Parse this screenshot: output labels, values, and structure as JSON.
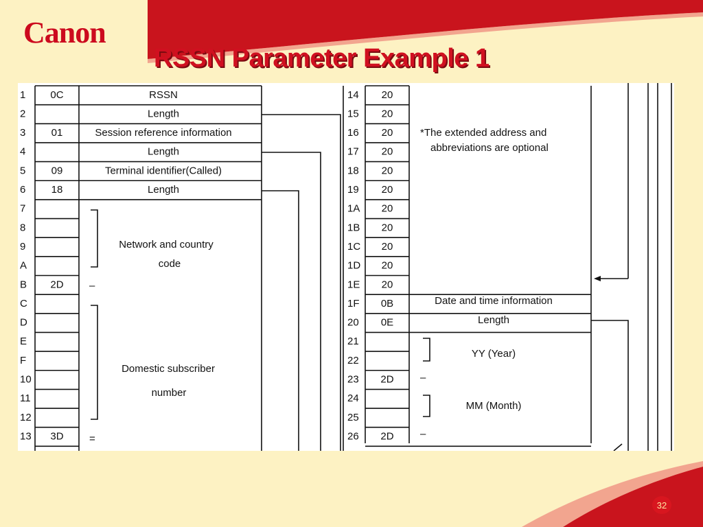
{
  "slide": {
    "logo_text": "Canon",
    "title": "RSSN Parameter Example 1",
    "page_number": "32",
    "colors": {
      "brand_red": "#cc0a1e",
      "background": "#fdf2c3"
    }
  },
  "diagram": {
    "left_rows": [
      {
        "index": "1",
        "code": "0C",
        "label": "RSSN"
      },
      {
        "index": "2",
        "code": "",
        "label": "Length"
      },
      {
        "index": "3",
        "code": "01",
        "label": "Session reference information"
      },
      {
        "index": "4",
        "code": "",
        "label": "Length"
      },
      {
        "index": "5",
        "code": "09",
        "label": "Terminal identifier(Called)"
      },
      {
        "index": "6",
        "code": "18",
        "label": "Length"
      },
      {
        "index": "7",
        "code": "",
        "label": ""
      },
      {
        "index": "8",
        "code": "",
        "label": ""
      },
      {
        "index": "9",
        "code": "",
        "label": ""
      },
      {
        "index": "A",
        "code": "",
        "label": ""
      },
      {
        "index": "B",
        "code": "2D",
        "label": ""
      },
      {
        "index": "C",
        "code": "",
        "label": ""
      },
      {
        "index": "D",
        "code": "",
        "label": ""
      },
      {
        "index": "E",
        "code": "",
        "label": ""
      },
      {
        "index": "F",
        "code": "",
        "label": ""
      },
      {
        "index": "10",
        "code": "",
        "label": ""
      },
      {
        "index": "11",
        "code": "",
        "label": ""
      },
      {
        "index": "12",
        "code": "",
        "label": ""
      },
      {
        "index": "13",
        "code": "3D",
        "label": ""
      }
    ],
    "left_groups": {
      "network_line1": "Network and country",
      "network_line2": "code",
      "domestic_line1": "Domestic subscriber",
      "domestic_line2": "number",
      "dash": "–",
      "equals": "="
    },
    "right_rows": [
      {
        "index": "14",
        "code": "20"
      },
      {
        "index": "15",
        "code": "20"
      },
      {
        "index": "16",
        "code": "20"
      },
      {
        "index": "17",
        "code": "20"
      },
      {
        "index": "18",
        "code": "20"
      },
      {
        "index": "19",
        "code": "20"
      },
      {
        "index": "1A",
        "code": "20"
      },
      {
        "index": "1B",
        "code": "20"
      },
      {
        "index": "1C",
        "code": "20"
      },
      {
        "index": "1D",
        "code": "20"
      },
      {
        "index": "1E",
        "code": "20"
      },
      {
        "index": "1F",
        "code": "0B"
      },
      {
        "index": "20",
        "code": "0E"
      },
      {
        "index": "21",
        "code": ""
      },
      {
        "index": "22",
        "code": ""
      },
      {
        "index": "23",
        "code": "2D"
      },
      {
        "index": "24",
        "code": ""
      },
      {
        "index": "25",
        "code": ""
      },
      {
        "index": "26",
        "code": "2D"
      }
    ],
    "right_labels": {
      "optional_line1": "*The extended address and",
      "optional_line2": "abbreviations are optional",
      "date_time": "Date and time information",
      "length": "Length",
      "year": "YY (Year)",
      "month": "MM (Month)",
      "dash": "–"
    }
  }
}
